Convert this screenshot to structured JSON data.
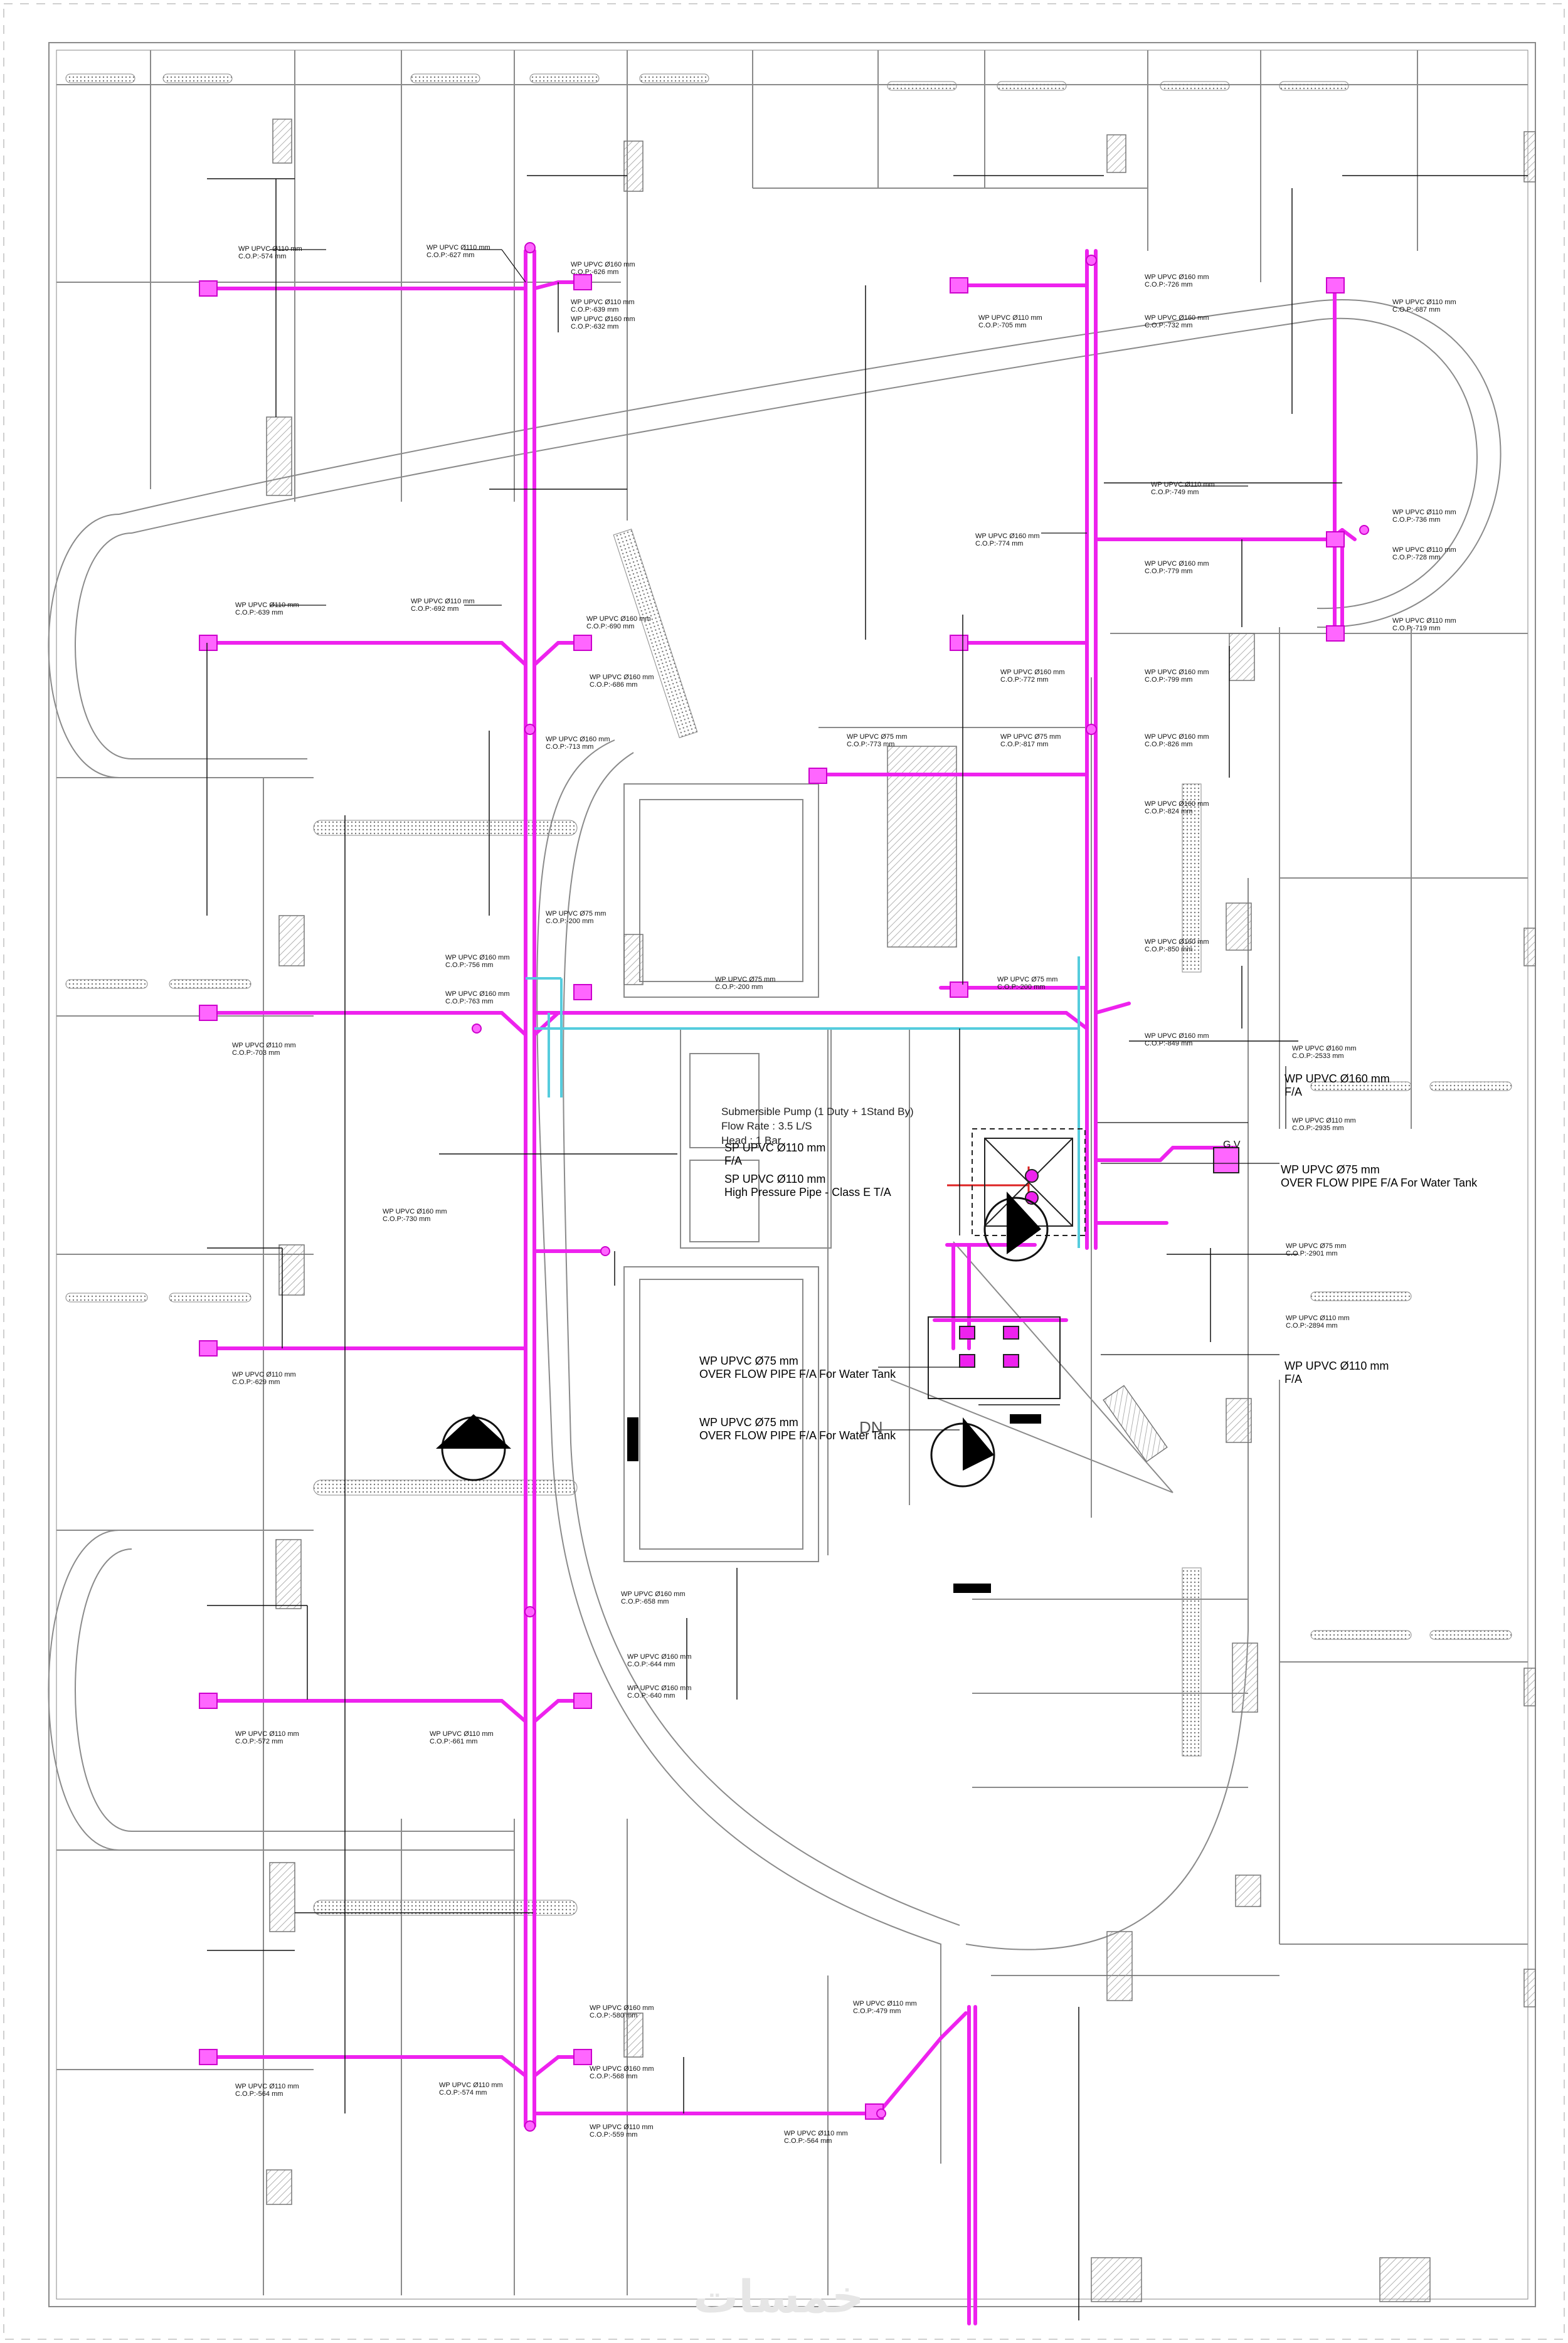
{
  "big_notes": [
    {
      "id": "n160",
      "line1": "WP UPVC Ø160 mm",
      "line2": "F/A"
    },
    {
      "id": "n75r",
      "line1": "WP UPVC Ø75 mm",
      "line2": "OVER FLOW PIPE F/A For Water Tank"
    },
    {
      "id": "n110r",
      "line1": "WP UPVC Ø110 mm",
      "line2": "F/A"
    },
    {
      "id": "nsp110",
      "line1": "SP UPVC Ø110 mm",
      "line2": "F/A"
    },
    {
      "id": "nsp110hp",
      "line1": "SP UPVC Ø110 mm",
      "line2": "High Pressure Pipe - Class E  T/A"
    },
    {
      "id": "n75a",
      "line1": "WP UPVC Ø75 mm",
      "line2": "OVER FLOW PIPE F/A For Water Tank"
    },
    {
      "id": "n75b",
      "line1": "WP UPVC Ø75 mm",
      "line2": "OVER FLOW PIPE F/A For Water Tank"
    }
  ],
  "pump_note": {
    "line1": "Submersible Pump (1 Duty + 1Stand By)",
    "line2": "Flow Rate : 3.5 L/S",
    "line3": "Head : 1 Bar"
  },
  "labels": [
    {
      "t1": "WP UPVC Ø110 mm",
      "t2": "C.O.P:-574  mm"
    },
    {
      "t1": "WP UPVC Ø110 mm",
      "t2": "C.O.P:-627  mm"
    },
    {
      "t1": "WP UPVC Ø160 mm",
      "t2": "C.O.P:-626  mm"
    },
    {
      "t1": "WP UPVC Ø110 mm",
      "t2": "C.O.P:-639  mm"
    },
    {
      "t1": "WP UPVC Ø160 mm",
      "t2": "C.O.P:-632  mm"
    },
    {
      "t1": "WP UPVC Ø160 mm",
      "t2": "C.O.P:-726  mm"
    },
    {
      "t1": "WP UPVC Ø110 mm",
      "t2": "C.O.P:-705  mm"
    },
    {
      "t1": "WP UPVC Ø160 mm",
      "t2": "C.O.P:-732  mm"
    },
    {
      "t1": "WP UPVC Ø110 mm",
      "t2": "C.O.P:-687  mm"
    },
    {
      "t1": "WP UPVC Ø110 mm",
      "t2": "C.O.P:-749  mm"
    },
    {
      "t1": "WP UPVC Ø160 mm",
      "t2": "C.O.P:-774  mm"
    },
    {
      "t1": "WP UPVC Ø160 mm",
      "t2": "C.O.P:-779  mm"
    },
    {
      "t1": "WP UPVC Ø110 mm",
      "t2": "C.O.P:-736  mm"
    },
    {
      "t1": "WP UPVC Ø110 mm",
      "t2": "C.O.P:-728  mm"
    },
    {
      "t1": "WP UPVC Ø110 mm",
      "t2": "C.O.P:-719  mm"
    },
    {
      "t1": "WP UPVC Ø110 mm",
      "t2": "C.O.P:-639  mm"
    },
    {
      "t1": "WP UPVC Ø110 mm",
      "t2": "C.O.P:-692  mm"
    },
    {
      "t1": "WP UPVC Ø160 mm",
      "t2": "C.O.P:-690  mm"
    },
    {
      "t1": "WP UPVC Ø160 mm",
      "t2": "C.O.P:-686  mm"
    },
    {
      "t1": "WP UPVC Ø160 mm",
      "t2": "C.O.P:-772  mm"
    },
    {
      "t1": "WP UPVC Ø160 mm",
      "t2": "C.O.P:-799  mm"
    },
    {
      "t1": "WP UPVC Ø160 mm",
      "t2": "C.O.P:-713  mm"
    },
    {
      "t1": "WP UPVC Ø75 mm",
      "t2": "C.O.P:-773  mm"
    },
    {
      "t1": "WP UPVC Ø75 mm",
      "t2": "C.O.P:-817  mm"
    },
    {
      "t1": "WP UPVC Ø160 mm",
      "t2": "C.O.P:-826  mm"
    },
    {
      "t1": "WP UPVC Ø160 mm",
      "t2": "C.O.P:-824  mm"
    },
    {
      "t1": "WP UPVC Ø75 mm",
      "t2": "C.O.P:-200  mm"
    },
    {
      "t1": "WP UPVC Ø160 mm",
      "t2": "C.O.P:-756  mm"
    },
    {
      "t1": "WP UPVC Ø160 mm",
      "t2": "C.O.P:-763  mm"
    },
    {
      "t1": "WP UPVC Ø110 mm",
      "t2": "C.O.P:-703  mm"
    },
    {
      "t1": "WP UPVC Ø75 mm",
      "t2": "C.O.P:-200  mm"
    },
    {
      "t1": "WP UPVC Ø75 mm",
      "t2": "C.O.P:-200  mm"
    },
    {
      "t1": "WP UPVC Ø160 mm",
      "t2": "C.O.P:-850  mm"
    },
    {
      "t1": "WP UPVC Ø160 mm",
      "t2": "C.O.P:-849  mm"
    },
    {
      "t1": "WP UPVC Ø160 mm",
      "t2": "C.O.P:-2533  mm"
    },
    {
      "t1": "WP UPVC Ø110 mm",
      "t2": "C.O.P:-2935  mm"
    },
    {
      "t1": "WP UPVC Ø160 mm",
      "t2": "C.O.P:-730  mm"
    },
    {
      "t1": "WP UPVC Ø110 mm",
      "t2": "C.O.P:-629  mm"
    },
    {
      "t1": "WP UPVC Ø75 mm",
      "t2": "C.O.P:-2901  mm"
    },
    {
      "t1": "WP UPVC Ø110 mm",
      "t2": "C.O.P:-2894  mm"
    },
    {
      "t1": "WP UPVC Ø160 mm",
      "t2": "C.O.P:-658  mm"
    },
    {
      "t1": "WP UPVC Ø160 mm",
      "t2": "C.O.P:-644  mm"
    },
    {
      "t1": "WP UPVC Ø160 mm",
      "t2": "C.O.P:-640  mm"
    },
    {
      "t1": "WP UPVC Ø110 mm",
      "t2": "C.O.P:-572  mm"
    },
    {
      "t1": "WP UPVC Ø110 mm",
      "t2": "C.O.P:-661  mm"
    },
    {
      "t1": "WP UPVC Ø160 mm",
      "t2": "C.O.P:-580  mm"
    },
    {
      "t1": "WP UPVC Ø160 mm",
      "t2": "C.O.P:-568  mm"
    },
    {
      "t1": "WP UPVC Ø110 mm",
      "t2": "C.O.P:-564  mm"
    },
    {
      "t1": "WP UPVC Ø110 mm",
      "t2": "C.O.P:-574  mm"
    },
    {
      "t1": "WP UPVC Ø110 mm",
      "t2": "C.O.P:-559  mm"
    },
    {
      "t1": "WP UPVC Ø110 mm",
      "t2": "C.O.P:-479  mm"
    },
    {
      "t1": "WP UPVC Ø110 mm",
      "t2": "C.O.P:-564  mm"
    }
  ],
  "door_tag": "DN",
  "gv_tag": "G.V",
  "watermark": "خمسات",
  "colors": {
    "waste_pipe": "#ee22ee",
    "vent_pipe": "#55ccdd",
    "architecture": "#8a8a8a",
    "dimension": "#111111",
    "hatch": "#999999",
    "pressure": "#dd2222"
  }
}
